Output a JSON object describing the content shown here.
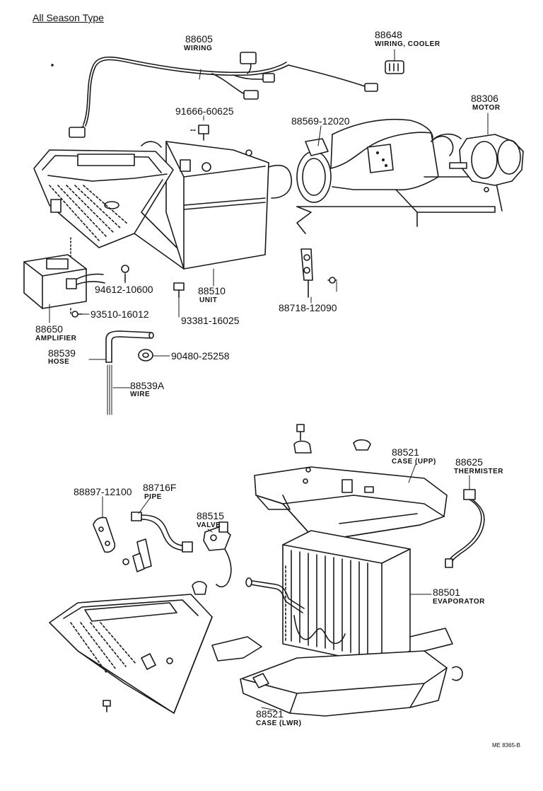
{
  "title": "All Season Type",
  "reference": "ME 8365-B",
  "parts": {
    "p88605": {
      "number": "88605",
      "name": "WIRING"
    },
    "p88648": {
      "number": "88648",
      "name": "WIRING, COOLER"
    },
    "p91666": {
      "number": "91666-60625"
    },
    "p88569": {
      "number": "88569-12020"
    },
    "p88306": {
      "number": "88306",
      "name": "MOTOR"
    },
    "p94612": {
      "number": "94612-10600"
    },
    "p88510": {
      "number": "88510",
      "name": "UNIT"
    },
    "p93510": {
      "number": "93510-16012"
    },
    "p93381": {
      "number": "93381-16025"
    },
    "p88718": {
      "number": "88718-12090"
    },
    "p88650": {
      "number": "88650",
      "name": "AMPLIFIER"
    },
    "p88539": {
      "number": "88539",
      "name": "HOSE"
    },
    "p90480": {
      "number": "90480-25258"
    },
    "p88539A": {
      "number": "88539A",
      "name": "WIRE"
    },
    "p88521u": {
      "number": "88521",
      "name": "CASE (UPP)"
    },
    "p88625": {
      "number": "88625",
      "name": "THERMISTER"
    },
    "p88897": {
      "number": "88897-12100"
    },
    "p88716F": {
      "number": "88716F",
      "name": "PIPE"
    },
    "p88515": {
      "number": "88515",
      "name": "VALVE"
    },
    "p88501": {
      "number": "88501",
      "name": "EVAPORATOR"
    },
    "p88521l": {
      "number": "88521",
      "name": "CASE (LWR)"
    }
  }
}
